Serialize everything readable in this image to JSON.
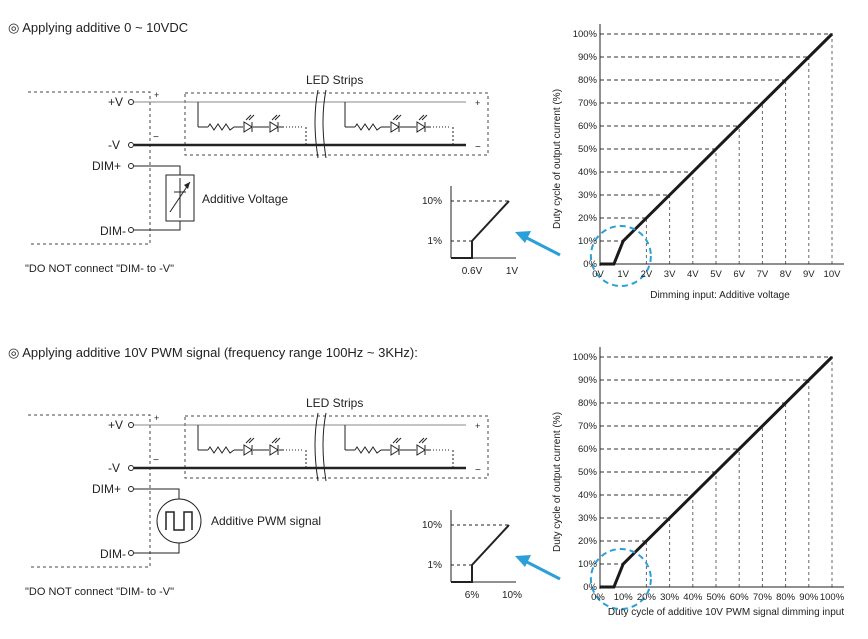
{
  "sections": [
    {
      "title": "◎ Applying additive 0 ~ 10VDC",
      "led_label": "LED Strips",
      "pos_label": "+V",
      "neg_label": "-V",
      "dimp_label": "DIM+",
      "dimm_label": "DIM-",
      "source_label": "Additive Voltage",
      "warning": "\"DO NOT connect \"DIM- to -V\"",
      "plus": "+",
      "minus": "−",
      "zoom": {
        "y_high": "10%",
        "y_low": "1%",
        "x_low": "0.6V",
        "x_high": "1V"
      }
    },
    {
      "title": "◎ Applying additive 10V PWM signal (frequency range 100Hz ~ 3KHz):",
      "led_label": "LED Strips",
      "pos_label": "+V",
      "neg_label": "-V",
      "dimp_label": "DIM+",
      "dimm_label": "DIM-",
      "source_label": "Additive PWM signal",
      "warning": "\"DO NOT connect \"DIM- to -V\"",
      "plus": "+",
      "minus": "−",
      "zoom": {
        "y_high": "10%",
        "y_low": "1%",
        "x_low": "6%",
        "x_high": "10%"
      }
    }
  ],
  "chart_data": [
    {
      "type": "line",
      "xlabel": "Dimming input: Additive voltage",
      "ylabel": "Duty cycle of output current (%)",
      "x_ticks": [
        "0V",
        "1V",
        "2V",
        "3V",
        "4V",
        "5V",
        "6V",
        "7V",
        "8V",
        "9V",
        "10V"
      ],
      "y_ticks": [
        "0%",
        "10%",
        "20%",
        "30%",
        "40%",
        "50%",
        "60%",
        "70%",
        "80%",
        "90%",
        "100%"
      ],
      "xlim": [
        0,
        10
      ],
      "ylim": [
        0,
        100
      ],
      "x": [
        0,
        0.6,
        1,
        10
      ],
      "y": [
        0,
        0,
        10,
        100
      ]
    },
    {
      "type": "line",
      "xlabel": "Duty cycle of additive 10V PWM signal dimming input",
      "ylabel": "Duty cycle of output current (%)",
      "x_ticks": [
        "0%",
        "10%",
        "20%",
        "30%",
        "40%",
        "50%",
        "60%",
        "70%",
        "80%",
        "90%",
        "100%"
      ],
      "y_ticks": [
        "0%",
        "10%",
        "20%",
        "30%",
        "40%",
        "50%",
        "60%",
        "70%",
        "80%",
        "90%",
        "100%"
      ],
      "xlim": [
        0,
        100
      ],
      "ylim": [
        0,
        100
      ],
      "x": [
        0,
        6,
        10,
        100
      ],
      "y": [
        0,
        0,
        10,
        100
      ]
    }
  ]
}
